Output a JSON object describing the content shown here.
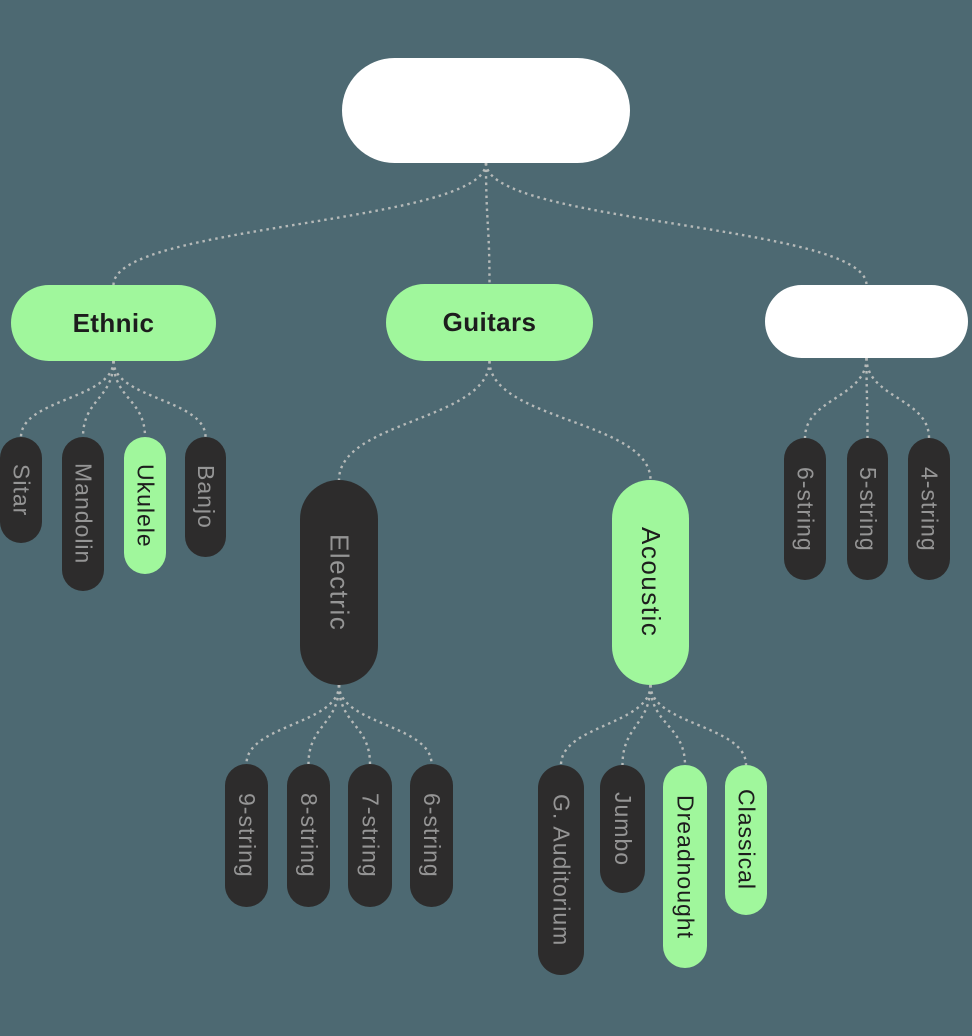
{
  "background_color": "#4d6972",
  "colors": {
    "green": "#a0f79c",
    "dark": "#2d2c2c",
    "white": "#ffffff",
    "link": "#b6bab9",
    "text_dark": "#1d1d1d",
    "text_gray": "#959595"
  },
  "tree": {
    "nodes": [
      {
        "id": "root",
        "label": "",
        "parent": null,
        "variant": "white"
      },
      {
        "id": "ethnic",
        "label": "Ethnic",
        "parent": "root",
        "variant": "green"
      },
      {
        "id": "guitars",
        "label": "Guitars",
        "parent": "root",
        "variant": "green"
      },
      {
        "id": "group-2",
        "label": "",
        "parent": "root",
        "variant": "white"
      },
      {
        "id": "sitar",
        "label": "Sitar",
        "parent": "ethnic",
        "variant": "dark"
      },
      {
        "id": "mandolin",
        "label": "Mandolin",
        "parent": "ethnic",
        "variant": "dark"
      },
      {
        "id": "ukulele",
        "label": "Ukulele",
        "parent": "ethnic",
        "variant": "green"
      },
      {
        "id": "banjo",
        "label": "Banjo",
        "parent": "ethnic",
        "variant": "dark"
      },
      {
        "id": "electric",
        "label": "Electric",
        "parent": "guitars",
        "variant": "dark"
      },
      {
        "id": "acoustic",
        "label": "Acoustic",
        "parent": "guitars",
        "variant": "green"
      },
      {
        "id": "str9",
        "label": "9-string",
        "parent": "electric",
        "variant": "dark"
      },
      {
        "id": "str8",
        "label": "8-string",
        "parent": "electric",
        "variant": "dark"
      },
      {
        "id": "str7",
        "label": "7-string",
        "parent": "electric",
        "variant": "dark"
      },
      {
        "id": "str6",
        "label": "6-string",
        "parent": "electric",
        "variant": "dark"
      },
      {
        "id": "g-auditorium",
        "label": "G. Auditorium",
        "parent": "acoustic",
        "variant": "dark"
      },
      {
        "id": "jumbo",
        "label": "Jumbo",
        "parent": "acoustic",
        "variant": "dark"
      },
      {
        "id": "dreadnought",
        "label": "Dreadnought",
        "parent": "acoustic",
        "variant": "green"
      },
      {
        "id": "classical",
        "label": "Classical",
        "parent": "acoustic",
        "variant": "green"
      },
      {
        "id": "right-6string",
        "label": "6-string",
        "parent": "group-2",
        "variant": "dark"
      },
      {
        "id": "right-5string",
        "label": "5-string",
        "parent": "group-2",
        "variant": "dark"
      },
      {
        "id": "right-4string",
        "label": "4-string",
        "parent": "group-2",
        "variant": "dark"
      }
    ]
  }
}
